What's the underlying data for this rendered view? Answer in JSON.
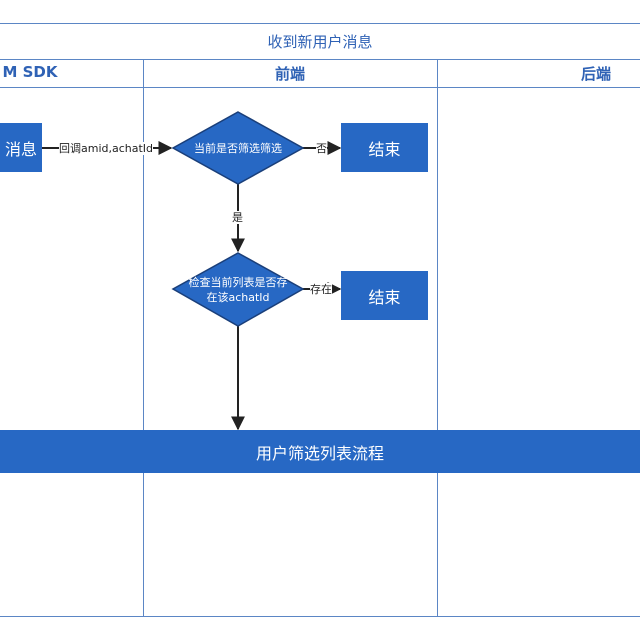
{
  "diagram": {
    "title": "收到新用户消息",
    "lanes": [
      {
        "label": "M SDK"
      },
      {
        "label": "前端"
      },
      {
        "label": "后端"
      }
    ],
    "nodes": {
      "message": "消息",
      "decision_filter": "当前是否筛选筛选",
      "end_1": "结束",
      "decision_exists_line1": "检查当前列表是否存",
      "decision_exists_line2": "在该achatId",
      "end_2": "结束",
      "flow_banner": "用户筛选列表流程"
    },
    "edges": {
      "callback": "回调amid,achatId",
      "no": "否",
      "yes": "是",
      "exists": "存在"
    },
    "colors": {
      "node_fill": "#2768c4",
      "frame": "#5b86c5",
      "header_text": "#2f62b5"
    }
  }
}
